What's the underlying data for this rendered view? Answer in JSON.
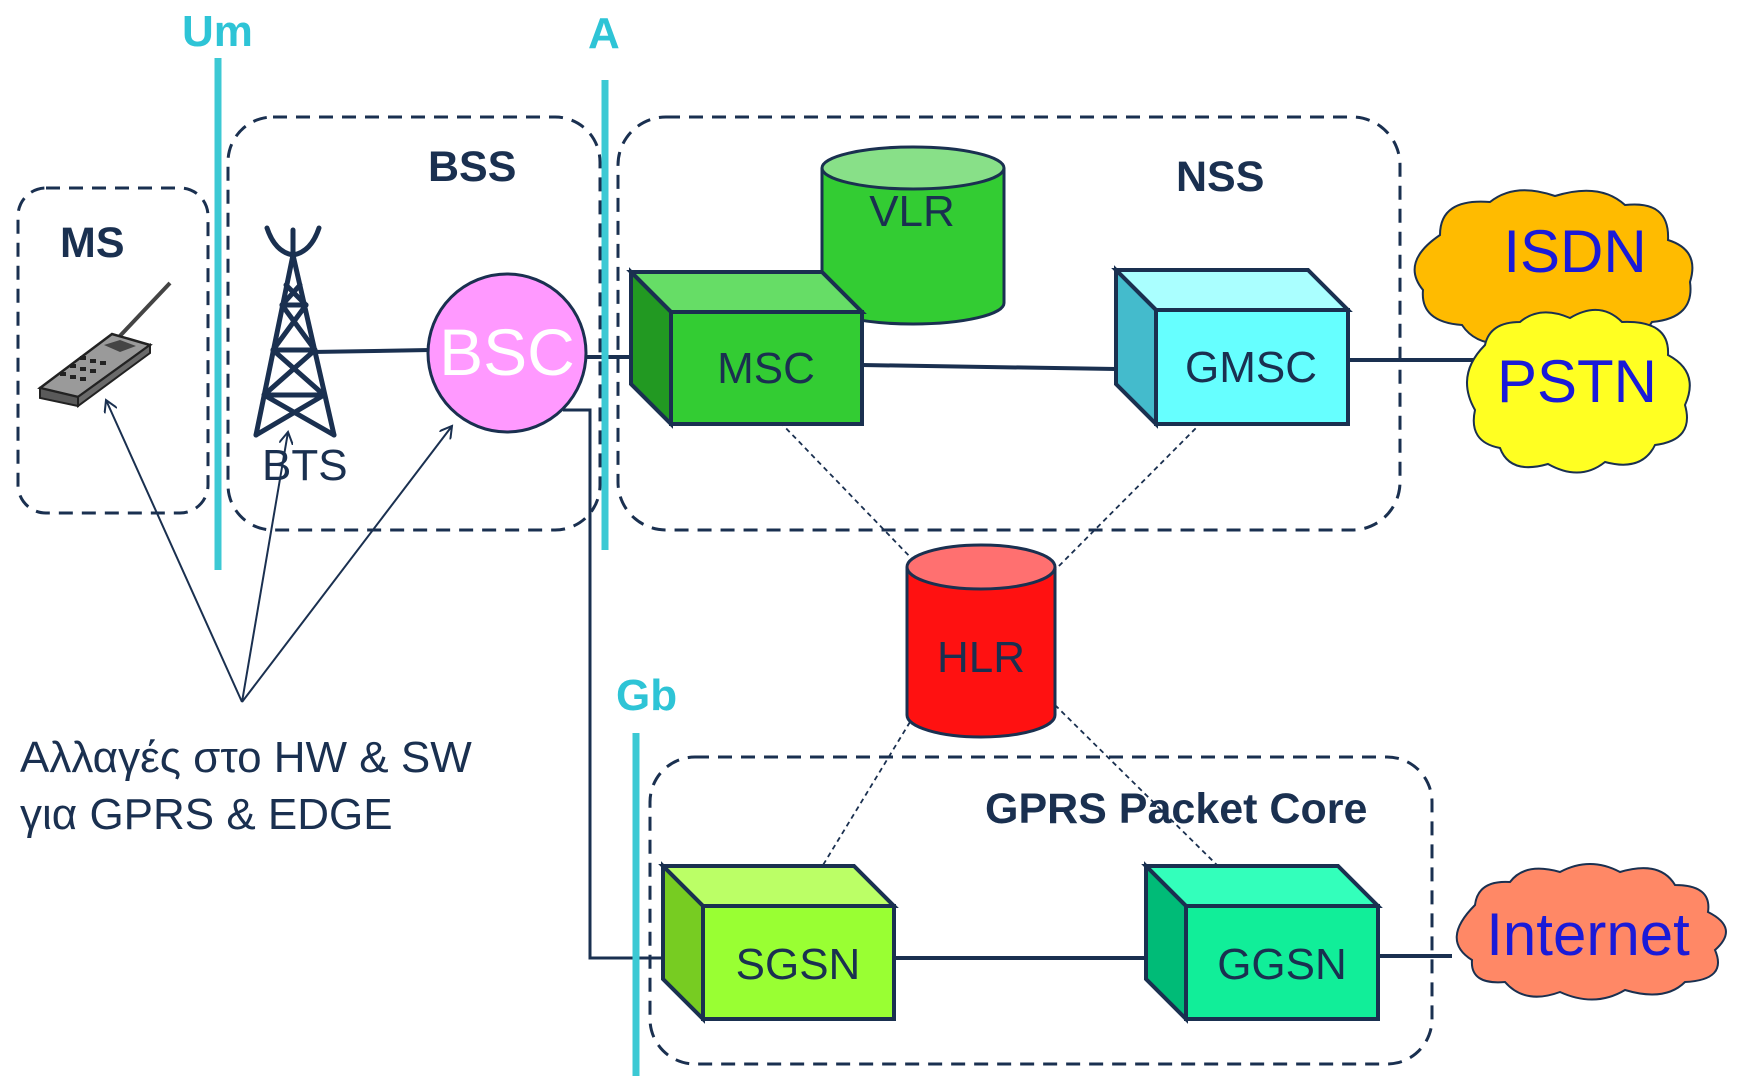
{
  "interfaces": {
    "um": "Um",
    "a": "A",
    "gb": "Gb"
  },
  "groups": {
    "ms": "MS",
    "bss": "BSS",
    "nss": "NSS",
    "gprs": "GPRS Packet Core"
  },
  "nodes": {
    "bts": "BTS",
    "bsc": "BSC",
    "msc": "MSC",
    "vlr": "VLR",
    "gmsc": "GMSC",
    "hlr": "HLR",
    "sgsn": "SGSN",
    "ggsn": "GGSN"
  },
  "networks": {
    "isdn": "ISDN",
    "pstn": "PSTN",
    "internet": "Internet"
  },
  "note": {
    "line1": "Αλλαγές στο HW & SW",
    "line2": "για GPRS & EDGE"
  },
  "colors": {
    "interface_line": "#3cc9d4",
    "border": "#1a3050",
    "msc": "#33cc33",
    "vlr": "#33cc33",
    "gmsc": "#66ffff",
    "hlr": "#ff1111",
    "sgsn": "#99ff33",
    "ggsn": "#11ee99",
    "bsc": "#ff99ff",
    "isdn": "#ffbb00",
    "pstn": "#ffff22",
    "internet": "#ff8866"
  },
  "icons": {
    "phone": "mobile-phone-icon",
    "tower": "antenna-tower-icon"
  }
}
